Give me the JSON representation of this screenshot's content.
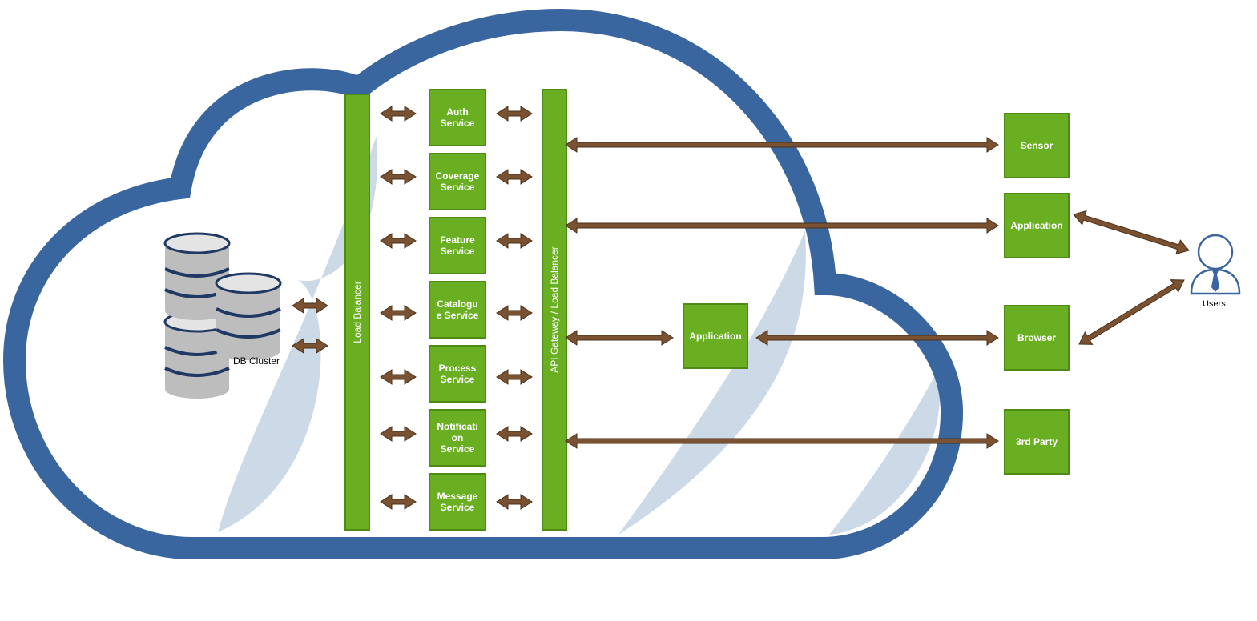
{
  "colors": {
    "cloud_outline": "#3a66a0",
    "cloud_shade": "#ccd9e6",
    "box_fill": "#6aaf22",
    "box_border": "#4f8a17",
    "arrow": "#7b5231",
    "db_body": "#c8c8c8",
    "db_band": "#1f3864"
  },
  "db_cluster": {
    "label": "DB Cluster",
    "icon": "database-icon"
  },
  "load_balancer": {
    "label": "Load Balancer"
  },
  "api_gateway": {
    "label": "API Gateway / Load Balancer"
  },
  "services": [
    {
      "label": "Auth\nService"
    },
    {
      "label": "Coverage\nService"
    },
    {
      "label": "Feature\nService"
    },
    {
      "label": "Catalogu\ne Service"
    },
    {
      "label": "Process\nService"
    },
    {
      "label": "Notificati\non\nService"
    },
    {
      "label": "Message\nService"
    }
  ],
  "middle_application": {
    "label": "Application"
  },
  "clients": [
    {
      "label": "Sensor"
    },
    {
      "label": "Application"
    },
    {
      "label": "Browser"
    },
    {
      "label": "3rd Party"
    }
  ],
  "users": {
    "label": "Users",
    "icon": "user-icon"
  }
}
